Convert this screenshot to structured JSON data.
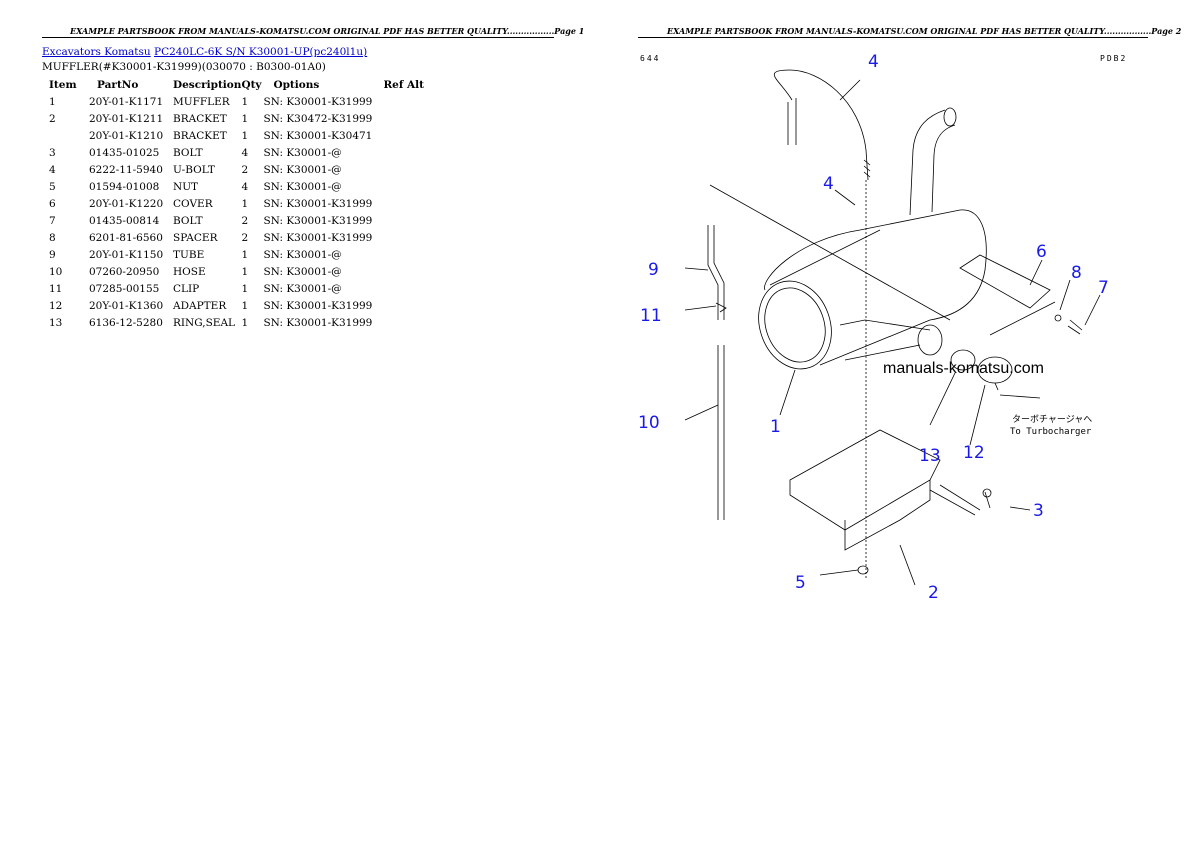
{
  "headers": {
    "page1": "EXAMPLE PARTSBOOK FROM MANUALS-KOMATSU.COM ORIGINAL PDF HAS BETTER QUALITY.................Page 1",
    "page2": "EXAMPLE PARTSBOOK FROM MANUALS-KOMATSU.COM ORIGINAL PDF HAS BETTER QUALITY.................Page 2"
  },
  "breadcrumb": {
    "link1": "Excavators Komatsu",
    "link2": "PC240LC-6K S/N K30001-UP(pc240l1u)"
  },
  "subtitle": "MUFFLER(#K30001-K31999)(030070 : B0300-01A0)",
  "table": {
    "headers": [
      "Item",
      "PartNo",
      "Description",
      "Qty",
      "Options",
      "Ref Alt"
    ],
    "rows": [
      [
        "1",
        "20Y-01-K1171",
        "MUFFLER",
        "1",
        "SN: K30001-K31999",
        ""
      ],
      [
        "2",
        "20Y-01-K1211",
        "BRACKET",
        "1",
        "SN: K30472-K31999",
        ""
      ],
      [
        "",
        "20Y-01-K1210",
        "BRACKET",
        "1",
        "SN: K30001-K30471",
        ""
      ],
      [
        "3",
        "01435-01025",
        "BOLT",
        "4",
        "SN: K30001-@",
        ""
      ],
      [
        "4",
        "6222-11-5940",
        "U-BOLT",
        "2",
        "SN: K30001-@",
        ""
      ],
      [
        "5",
        "01594-01008",
        "NUT",
        "4",
        "SN: K30001-@",
        ""
      ],
      [
        "6",
        "20Y-01-K1220",
        "COVER",
        "1",
        "SN: K30001-K31999",
        ""
      ],
      [
        "7",
        "01435-00814",
        "BOLT",
        "2",
        "SN: K30001-K31999",
        ""
      ],
      [
        "8",
        "6201-81-6560",
        "SPACER",
        "2",
        "SN: K30001-K31999",
        ""
      ],
      [
        "9",
        "20Y-01-K1150",
        "TUBE",
        "1",
        "SN: K30001-@",
        ""
      ],
      [
        "10",
        "07260-20950",
        "HOSE",
        "1",
        "SN: K30001-@",
        ""
      ],
      [
        "11",
        "07285-00155",
        "CLIP",
        "1",
        "SN: K30001-@",
        ""
      ],
      [
        "12",
        "20Y-01-K1360",
        "ADAPTER",
        "1",
        "SN: K30001-K31999",
        ""
      ],
      [
        "13",
        "6136-12-5280",
        "RING,SEAL",
        "1",
        "SN: K30001-K31999",
        ""
      ]
    ]
  },
  "diagram": {
    "code_left": "644",
    "code_right": "PDB2",
    "watermark": "manuals-komatsu.com",
    "japanese_note": "ターボチャージャへ",
    "english_note": "To Turbocharger",
    "callout_color": "#1a1ae6",
    "callouts": [
      "1",
      "2",
      "3",
      "4",
      "4",
      "5",
      "6",
      "7",
      "8",
      "9",
      "10",
      "11",
      "12",
      "13"
    ]
  }
}
